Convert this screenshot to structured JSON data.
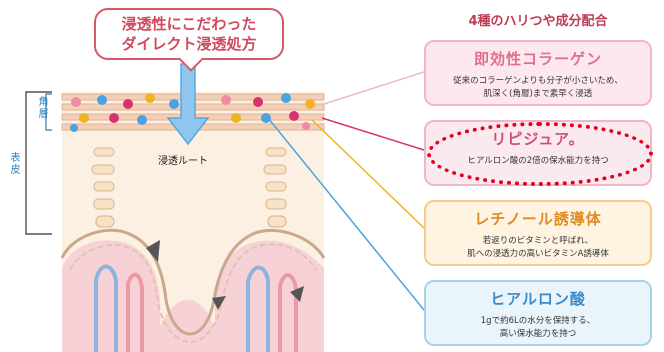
{
  "callout": {
    "line1": "浸透性にこだわった",
    "line2": "ダイレクト浸透処方"
  },
  "labels": {
    "stratum": "角層",
    "epidermis": "表皮",
    "route": "浸透ルート"
  },
  "panel_header": "4種のハリつや成分配合",
  "panels": [
    {
      "title": "即効性コラーゲン",
      "desc1": "従来のコラーゲンよりも分子が小さいため、",
      "desc2": "肌深く(角層)まで素早く浸透"
    },
    {
      "title": "リピジュア。",
      "desc1": "ヒアルロン酸の2倍の保水能力を持つ",
      "desc2": ""
    },
    {
      "title": "レチノール誘導体",
      "desc1": "若返りのビタミンと呼ばれ、",
      "desc2": "肌への浸透力の高いビタミンA誘導体"
    },
    {
      "title": "ヒアルロン酸",
      "desc1": "1gで約6Lの水分を保持する、",
      "desc2": "高い保水能力を持つ"
    }
  ],
  "colors": {
    "collagen": "#f08aa6",
    "lipidure": "#d6336c",
    "retinol": "#f0b321",
    "hyaluronic": "#4aa3df",
    "highlight": "#e3001b"
  }
}
